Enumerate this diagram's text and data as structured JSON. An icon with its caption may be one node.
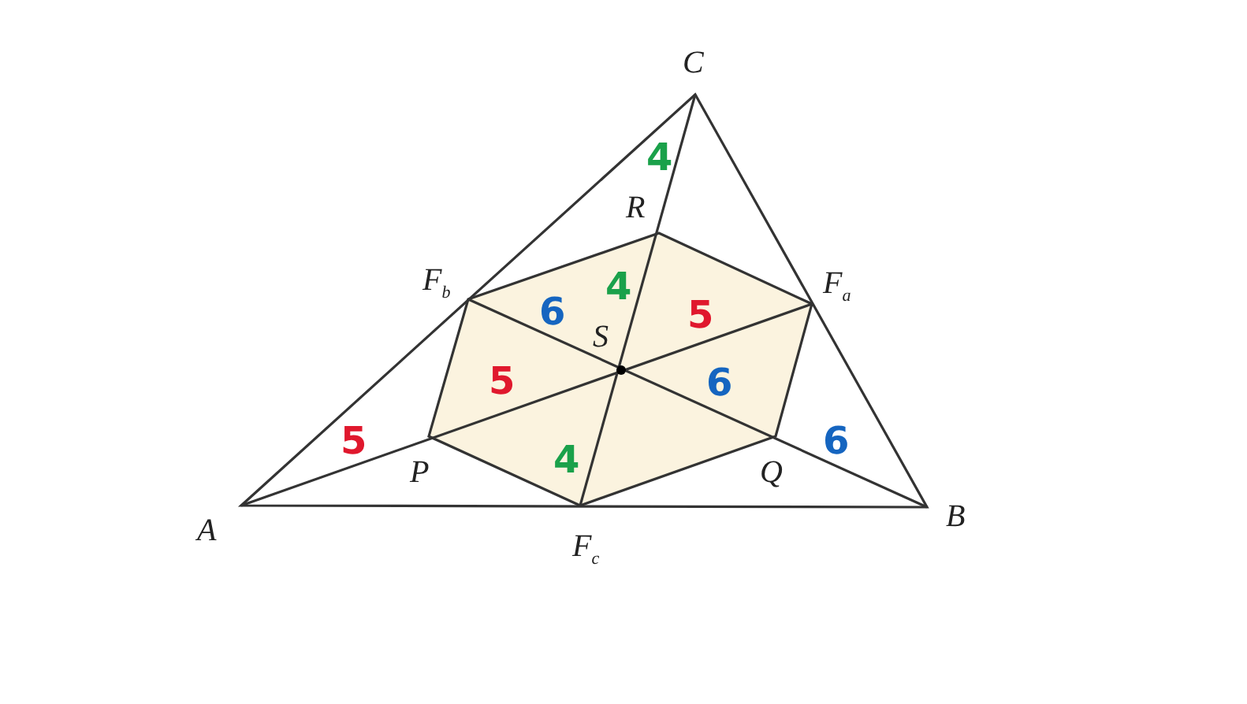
{
  "diagram": {
    "labels": [
      "C",
      "4",
      "R",
      "4",
      "F$_{b}$",
      "F$_{a}$",
      "6",
      "5",
      "S",
      "5",
      "6",
      "P",
      "4",
      "Q",
      "6",
      "5",
      "A",
      "F$_{c}$",
      "B"
    ]
  }
}
